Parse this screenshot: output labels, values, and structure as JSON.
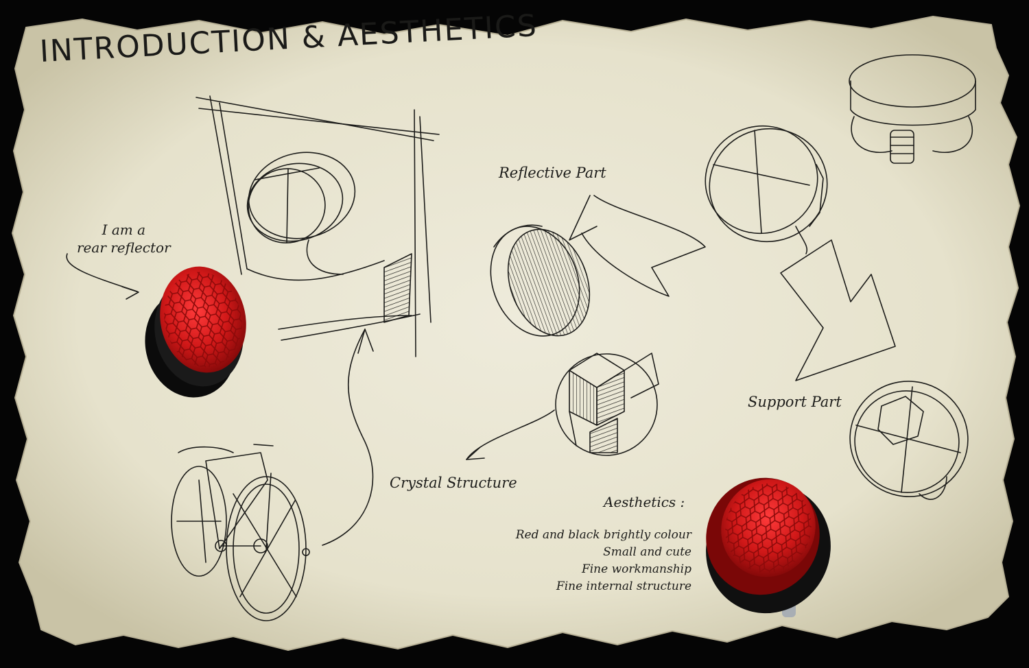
{
  "title": "INTRODUCTION & AESTHETICS",
  "labels": {
    "intro_line1": "I am a",
    "intro_line2": "rear reflector",
    "reflective_part": "Reflective Part",
    "support_part": "Support Part",
    "crystal_structure": "Crystal  Structure"
  },
  "aesthetics": {
    "heading": "Aesthetics :",
    "items": [
      "Red and black brightly colour",
      "Small and cute",
      "Fine workmanship",
      "Fine  internal structure"
    ]
  },
  "colors": {
    "paper": "#e9e6d3",
    "ink": "#1c1c1a",
    "reflector_red": "#c81e1e",
    "reflector_dark": "#6e0808",
    "frame": "#050505"
  }
}
